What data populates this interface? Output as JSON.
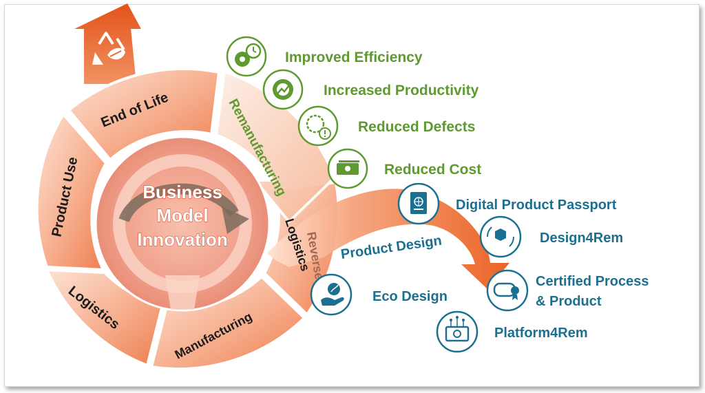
{
  "colors": {
    "orange": "#ef6a2a",
    "peach": "#f4a584",
    "green": "#5e9a2f",
    "blue": "#1b6f91",
    "brown": "#7b6b5d"
  },
  "center": {
    "line1": "Business",
    "line2": "Model",
    "line3": "Innovation"
  },
  "segments": {
    "end_of_life": "End of Life",
    "product_use": "Product Use",
    "logistics": "Logistics",
    "manufacturing": "Manufacturing",
    "remanufacturing": "Remanufacturing",
    "reverse_logistics_1": "Reverse",
    "reverse_logistics_2": "Logistics"
  },
  "product_design_arrow": "Product  Design",
  "benefits": [
    {
      "label": "Improved Efficiency",
      "icon": "stopwatch-gear-icon"
    },
    {
      "label": "Increased Productivity",
      "icon": "gear-growth-icon"
    },
    {
      "label": "Reduced Defects",
      "icon": "gear-warning-icon"
    },
    {
      "label": "Reduced Cost",
      "icon": "banknote-icon"
    }
  ],
  "design_tools": [
    {
      "label": "Digital Product Passport",
      "icon": "passport-icon"
    },
    {
      "label": "Design4Rem",
      "icon": "box-cycle-icon"
    },
    {
      "label": "Certified Process",
      "label2": "& Product",
      "icon": "certificate-icon"
    },
    {
      "label": "Platform4Rem",
      "icon": "platform-monitor-icon"
    },
    {
      "label": "Eco Design",
      "icon": "hand-leaf-icon"
    }
  ],
  "recycle_arrow_icon": "recycle-leaf-icon"
}
